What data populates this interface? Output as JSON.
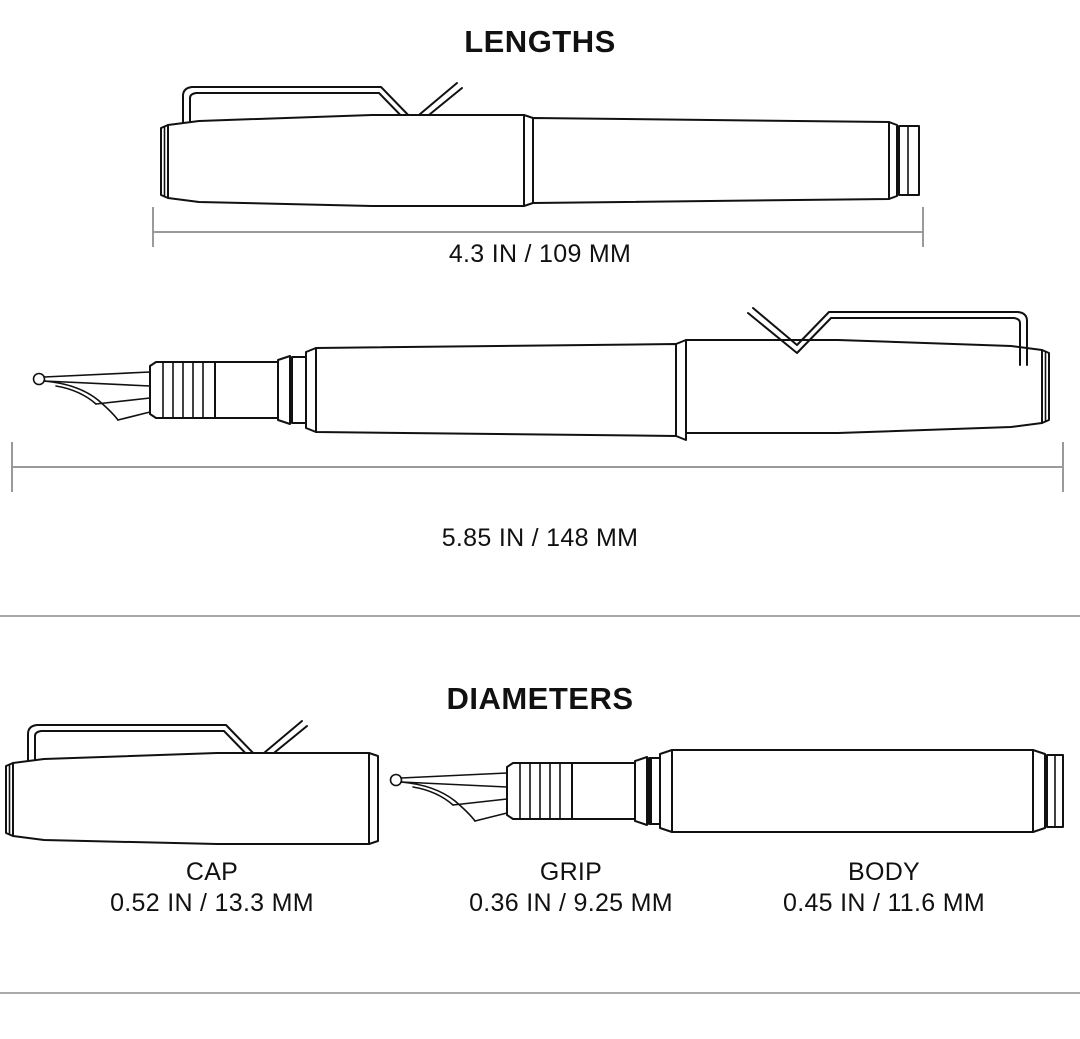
{
  "document": {
    "type": "product-dimension-diagram",
    "subject": "fountain pen"
  },
  "sections": {
    "lengths": {
      "title": "LENGTHS",
      "measurements": [
        {
          "id": "capped",
          "name": "capped length",
          "label": "4.3 IN / 109 MM",
          "inches": 4.3,
          "millimeters": 109
        },
        {
          "id": "posted",
          "name": "posted length",
          "label": "5.85 IN / 148 MM",
          "inches": 5.85,
          "millimeters": 148
        }
      ]
    },
    "diameters": {
      "title": "DIAMETERS",
      "measurements": [
        {
          "id": "cap",
          "name": "CAP",
          "label": "0.52 IN / 13.3 MM",
          "inches": 0.52,
          "millimeters": 13.3
        },
        {
          "id": "grip",
          "name": "GRIP",
          "label": "0.36 IN / 9.25 MM",
          "inches": 0.36,
          "millimeters": 9.25
        },
        {
          "id": "body",
          "name": "BODY",
          "label": "0.45 IN / 11.6 MM",
          "inches": 0.45,
          "millimeters": 11.6
        }
      ]
    }
  },
  "colors": {
    "background": "#ffffff",
    "ink": "#111111",
    "rule": "#a9a9a9",
    "dimension_line": "#9a9a9a"
  }
}
